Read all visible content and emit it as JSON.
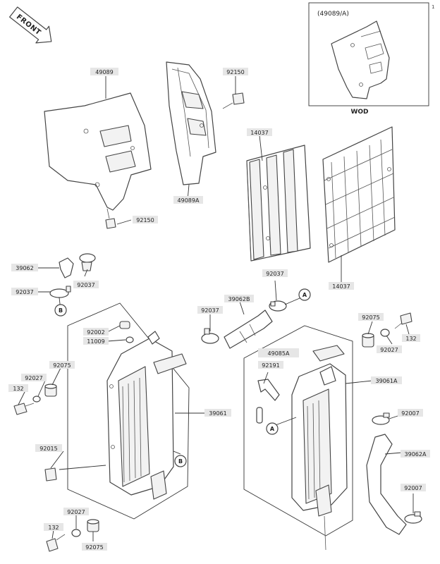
{
  "front_label": "FRONT",
  "variant": {
    "code": "(49089/A)",
    "model": "WOD"
  },
  "labels": {
    "p49089": "49089",
    "p92150a": "92150",
    "p92150b": "92150",
    "p49089A": "49089A",
    "p14037a": "14037",
    "p14037b": "14037",
    "p39062": "39062",
    "p92037a": "92037",
    "p92037b": "92037",
    "p92037c": "92037",
    "p92037d": "92037",
    "p39062B": "39062B",
    "p92002": "92002",
    "p11009": "11009",
    "p92075a": "92075",
    "p92075b": "92075",
    "p92075c": "92075",
    "p92027a": "92027",
    "p92027b": "92027",
    "p92027c": "92027",
    "p132a": "132",
    "p132b": "132",
    "p132c": "132",
    "p92015": "92015",
    "p39061": "39061",
    "p49085A": "49085A",
    "p92191": "92191",
    "p39061A": "39061A",
    "p92007a": "92007",
    "p92007b": "92007",
    "p39062A": "39062A"
  },
  "refs": {
    "a1": "A",
    "a2": "A",
    "b1": "B",
    "b2": "B"
  },
  "page_mark": "1"
}
